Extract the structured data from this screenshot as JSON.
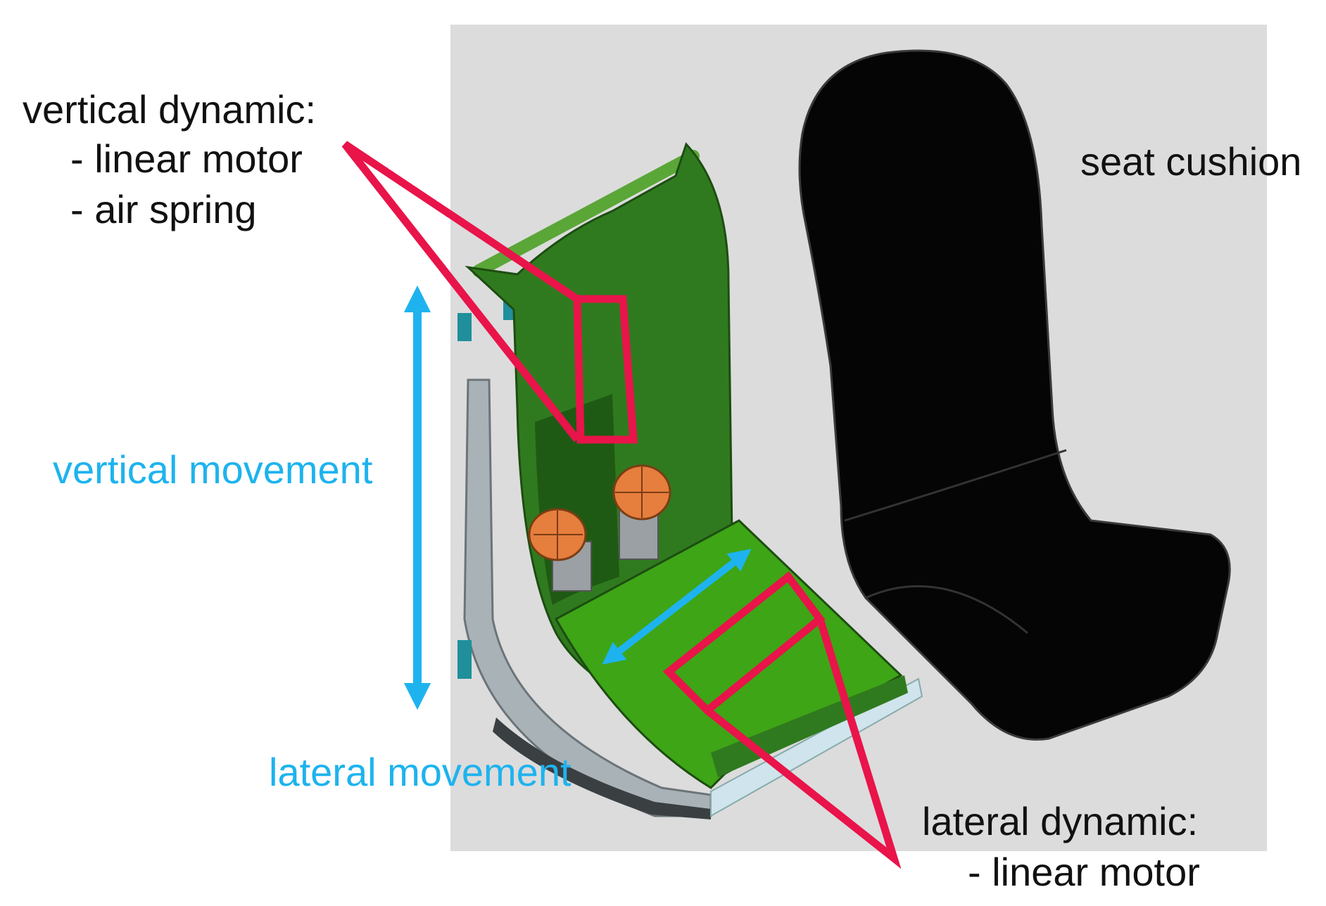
{
  "annotations": {
    "vertical_dynamic": {
      "heading": "vertical dynamic:",
      "items": [
        "- linear motor",
        "- air spring"
      ]
    },
    "seat_cushion": "seat cushion",
    "vertical_movement": "vertical movement",
    "lateral_movement": "lateral movement",
    "lateral_dynamic": {
      "heading": "lateral dynamic:",
      "items": [
        "- linear motor"
      ]
    }
  },
  "colors": {
    "background_panel": "#dcdcdc",
    "frame_green": "#2f7a1e",
    "platform_green": "#3ea516",
    "rail_green": "#5aa637",
    "air_spring_orange": "#e67e3d",
    "cushion_black": "#050505",
    "highlight_red": "#e8144a",
    "movement_blue": "#1eb3ee",
    "base_grey": "#a9b2b7",
    "rail_light": "#cfe4ec"
  },
  "icons": {
    "vertical_arrow": "double-headed-vertical-arrow",
    "lateral_arrow": "double-headed-diagonal-arrow"
  }
}
